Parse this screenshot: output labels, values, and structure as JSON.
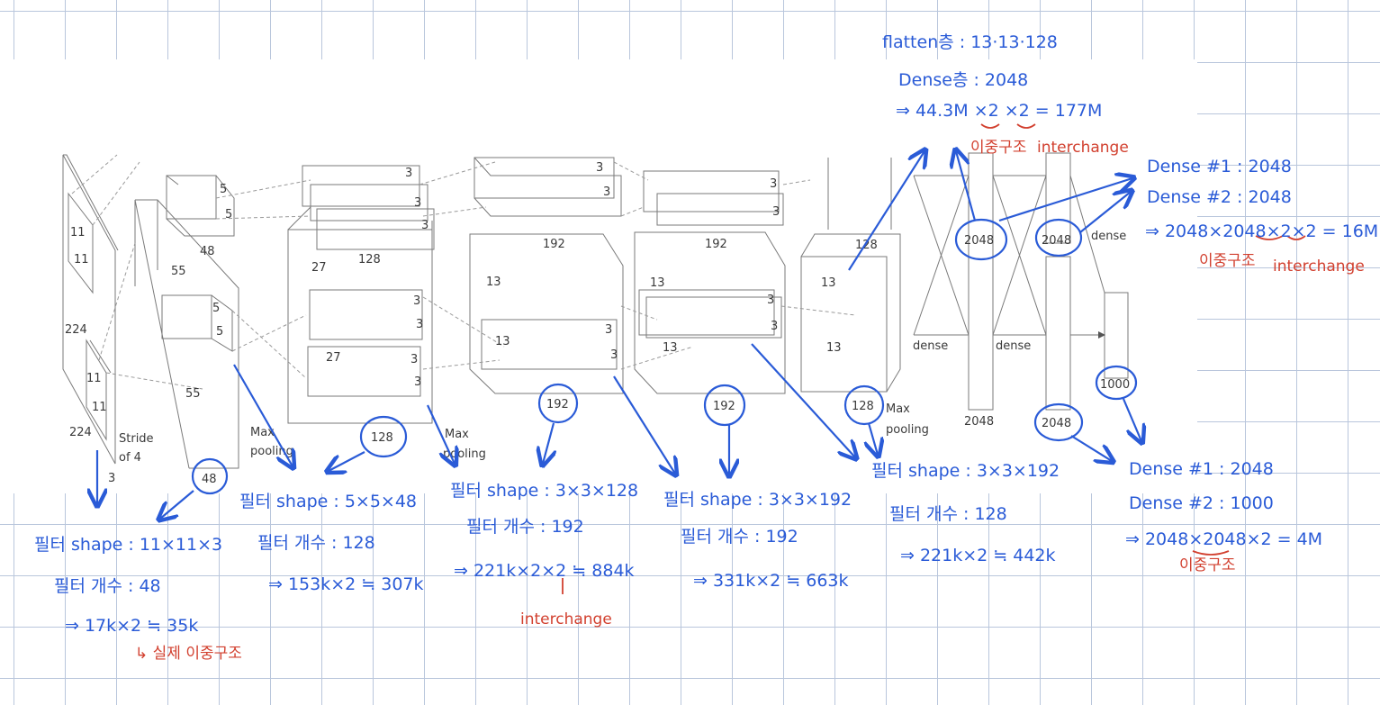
{
  "diagram": {
    "input": {
      "size_a": "224",
      "size_b": "224",
      "depth": "3",
      "kernel_a": "11",
      "kernel_b": "11",
      "kernel_c": "11",
      "kernel_d": "11",
      "stride": "Stride",
      "stride_of": "of 4"
    },
    "conv1": {
      "size_a": "55",
      "size_b": "55",
      "k1": "5",
      "k2": "5",
      "k3": "5",
      "k4": "5",
      "depth_top": "48",
      "depth_bottom": "48"
    },
    "pool1": {
      "label_a": "Max",
      "label_b": "pooling"
    },
    "conv2": {
      "size_a": "27",
      "size_b": "27",
      "k": "3",
      "depth_top": "128",
      "depth_bottom": "128"
    },
    "pool2": {
      "label_a": "Max",
      "label_b": "pooling"
    },
    "conv3": {
      "size_a": "13",
      "size_b": "13",
      "k": "3",
      "depth_top": "192",
      "depth_bottom": "192"
    },
    "conv4": {
      "size_a": "13",
      "size_b": "13",
      "k": "3",
      "depth_top": "192",
      "depth_bottom": "192"
    },
    "conv5": {
      "size_a": "13",
      "size_b": "13",
      "k": "3",
      "depth_top": "128",
      "depth_bottom": "128"
    },
    "pool3": {
      "label_a": "Max",
      "label_b": "pooling"
    },
    "fc": {
      "dense": "dense",
      "fc6_top": "2048",
      "fc6_bottom": "2048",
      "fc7_top": "2048",
      "fc7_bottom": "2048",
      "out": "1000"
    }
  },
  "notes": {
    "conv1": {
      "shape": "필터 shape : 11×11×3",
      "count": "필터 개수 : 48",
      "params": "⇒ 17k×2 ≒ 35k",
      "remark": "↳ 실제 이중구조"
    },
    "conv2": {
      "shape": "필터 shape : 5×5×48",
      "count": "필터 개수 : 128",
      "params": "⇒ 153k×2 ≒ 307k"
    },
    "conv3": {
      "shape": "필터 shape : 3×3×128",
      "count": "필터 개수 : 192",
      "params": "⇒ 221k×2×2 ≒ 884k",
      "remark": "interchange"
    },
    "conv4": {
      "shape": "필터 shape : 3×3×192",
      "count": "필터 개수 : 192",
      "params": "⇒ 331k×2 ≒ 663k"
    },
    "conv5": {
      "shape": "필터 shape : 3×3×192",
      "count": "필터 개수 : 128",
      "params": "⇒ 221k×2 ≒ 442k"
    },
    "flatten": {
      "line1": "flatten층 : 13·13·128",
      "line2": "Dense층 : 2048",
      "line3": "⇒ 44.3M ×2 ×2 = 177M",
      "remark_a": "이중구조",
      "remark_b": "interchange"
    },
    "fc7": {
      "line1": "Dense #1 : 2048",
      "line2": "Dense #2 : 2048",
      "line3": "⇒ 2048×2048×2×2 = 16M",
      "remark_a": "이중구조",
      "remark_b": "interchange"
    },
    "fc8": {
      "line1": "Dense #1 : 2048",
      "line2": "Dense #2 : 1000",
      "line3": "⇒ 2048×2048×2 = 4M",
      "remark_a": "이중구조"
    }
  },
  "colors": {
    "ink_blue": "#2a5bd7",
    "ink_red": "#d2402f",
    "grid": "#b9c6dc",
    "diagram_line": "#7a7a7a"
  }
}
